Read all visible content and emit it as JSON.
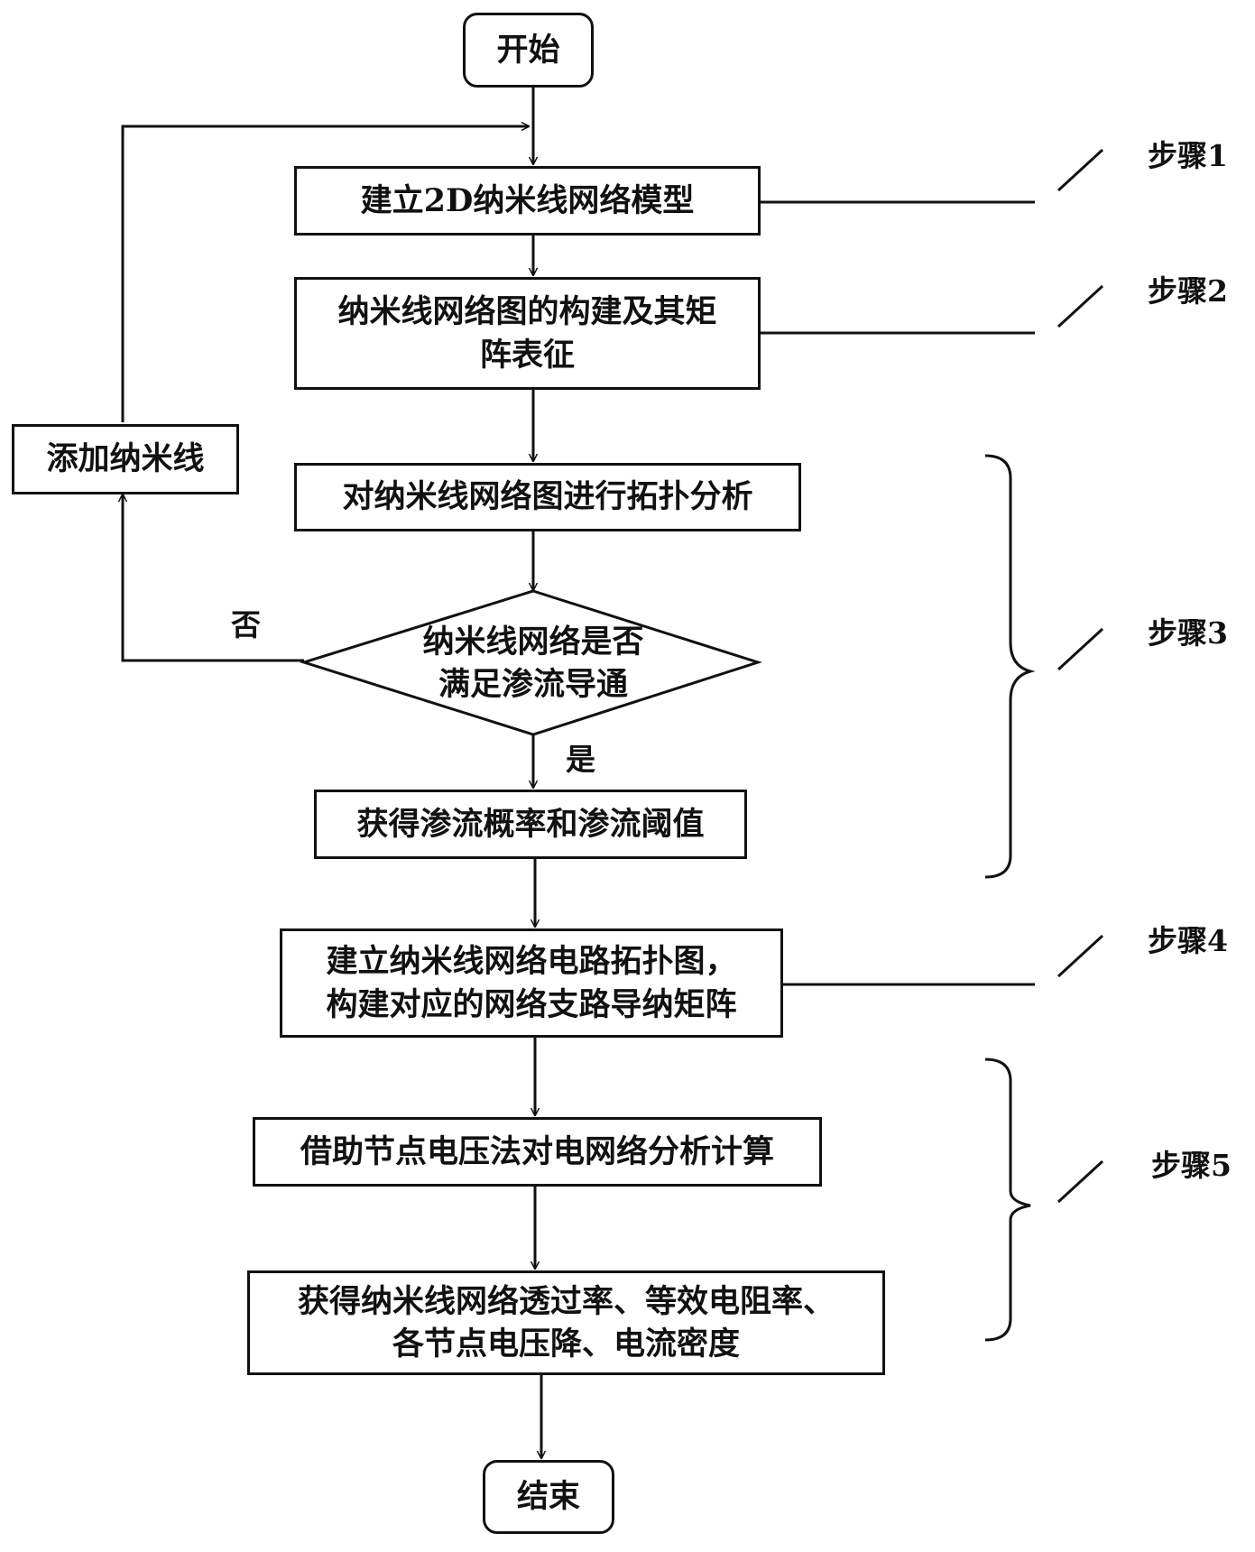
{
  "nodes": {
    "start": "开始",
    "build_model": "建立2D纳米线网络模型",
    "graph_matrix": "纳米线网络图的构建及其矩\n阵表征",
    "topology_analysis": "对纳米线网络图进行拓扑分析",
    "decision": "纳米线网络是否\n满足渗流导通",
    "percolation_result": "获得渗流概率和渗流阈值",
    "add_nanowire": "添加纳米线",
    "circuit_topology": "建立纳米线网络电路拓扑图，\n构建对应的网络支路导纳矩阵",
    "node_voltage": "借助节点电压法对电网络分析计算",
    "final_result": "获得纳米线网络透过率、等效电阻率、\n各节点电压降、电流密度",
    "end": "结束"
  },
  "edge_labels": {
    "no": "否",
    "yes": "是"
  },
  "steps": {
    "step1": "步骤1",
    "step2": "步骤2",
    "step3": "步骤3",
    "step4": "步骤4",
    "step5": "步骤5"
  }
}
